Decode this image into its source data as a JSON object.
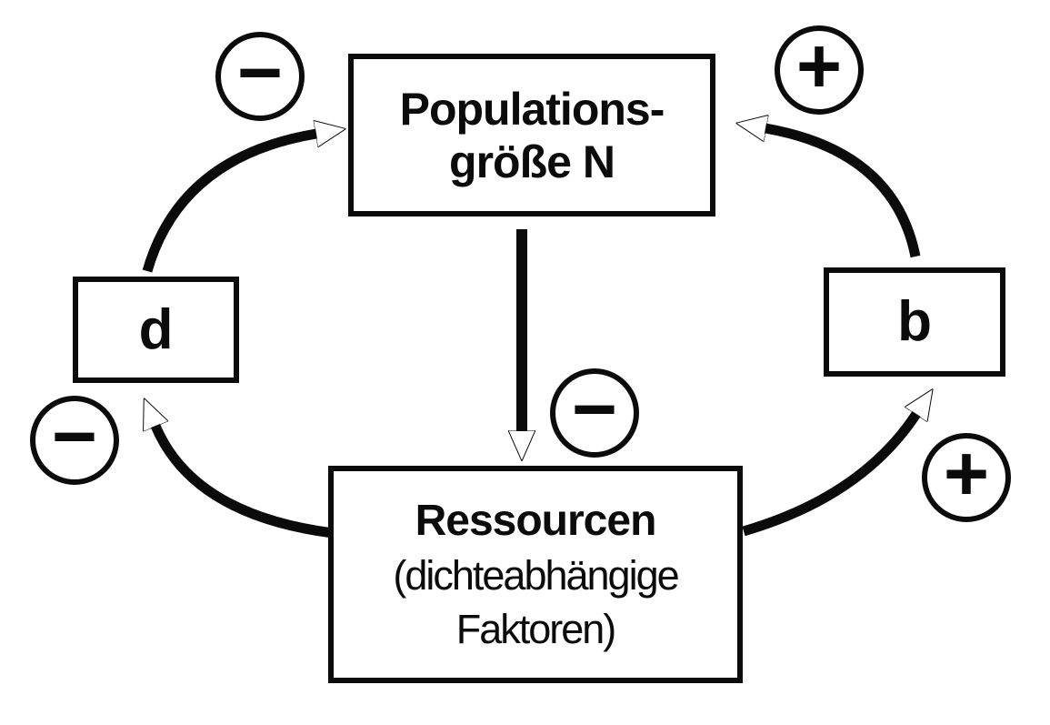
{
  "diagram": {
    "description": "Density-dependent population regulation feedback loop",
    "nodes": {
      "population": {
        "line1": "Populations-",
        "line2": "größe N"
      },
      "death_rate": {
        "label": "d"
      },
      "birth_rate": {
        "label": "b"
      },
      "resources": {
        "line1": "Ressourcen",
        "line2": "(dichteabhängige",
        "line3": "Faktoren)"
      }
    },
    "signs": {
      "d_to_population": "−",
      "b_to_population": "+",
      "population_to_resources": "−",
      "resources_to_d": "−",
      "resources_to_b": "+"
    },
    "colors": {
      "ink": "#0b0b0b",
      "background": "#ffffff"
    }
  }
}
